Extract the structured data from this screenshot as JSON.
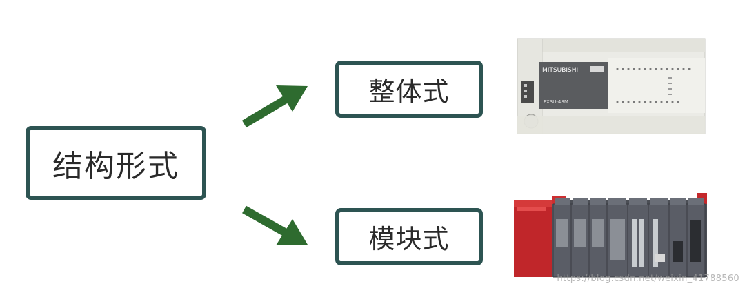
{
  "root": {
    "label": "结构形式"
  },
  "branches": [
    {
      "label": "整体式"
    },
    {
      "label": "模块式"
    }
  ],
  "plc_integral": {
    "brand": "MITSUBISHI",
    "model": "FX3U-48M"
  },
  "watermark": "https://blog.csdn.net/weixin_41788560",
  "colors": {
    "box_border": "#2d5452",
    "arrow": "#2e6b2f",
    "plc_module_red": "#c0262a",
    "plc_module_gray": "#5a5d66"
  }
}
